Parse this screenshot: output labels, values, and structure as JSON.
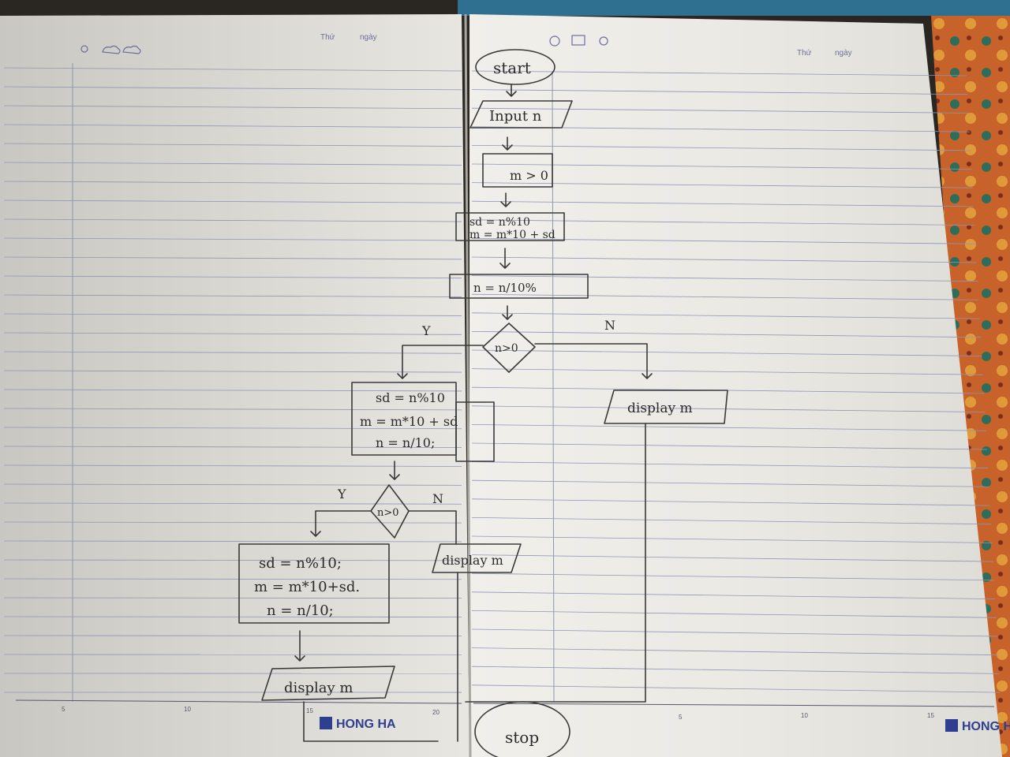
{
  "notebook": {
    "header_left": {
      "day_label": "Thứ",
      "date_label": "ngày"
    },
    "header_right": {
      "day_label": "Thứ",
      "date_label": "ngày"
    },
    "ruler_left": [
      "5",
      "10",
      "15",
      "20"
    ],
    "ruler_right": [
      "5",
      "10",
      "15"
    ],
    "brand_left": "HONG HA",
    "brand_right": "HONG H"
  },
  "flowchart": {
    "start": "start",
    "input": "Input n",
    "init": "m > 0",
    "step1": [
      "sd = n%10",
      "m = m*10 + sd"
    ],
    "step2": "n = n/10%",
    "dec1": "n>0",
    "dec1_yes": "Y",
    "dec1_no": "N",
    "display1": "display m",
    "loop1": [
      "sd = n%10",
      "m = m*10 + sd",
      "n = n/10;"
    ],
    "dec2": "n>0",
    "dec2_yes": "Y",
    "dec2_no": "N",
    "display2": "display m",
    "loop2": [
      "sd = n%10;",
      "m = m*10+sd.",
      "n = n/10;"
    ],
    "display3": "display m",
    "stop": "stop"
  },
  "colors": {
    "paper": "#e2e0da",
    "line": "#8f96b4",
    "margin": "#8f96b4",
    "pencil": "#3a3a3a",
    "cover": "#2f6f8f"
  }
}
